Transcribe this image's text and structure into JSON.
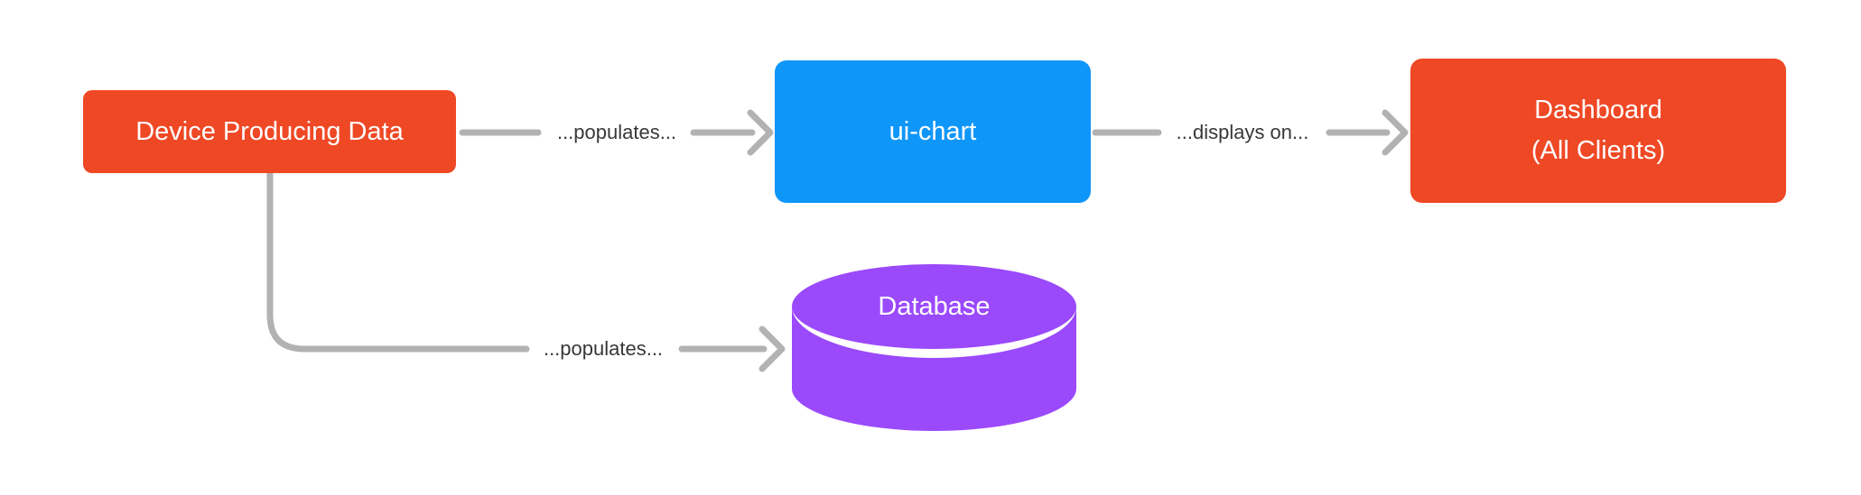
{
  "diagram": {
    "background_color": "#FFFFFF",
    "colors": {
      "node_red": "#EF4825",
      "node_blue": "#0F96F9",
      "node_purple": "#9A49FB",
      "connector_gray": "#B2B2B2",
      "edge_label_text": "#383838",
      "node_label_text": "#FFFFFF"
    },
    "nodes": {
      "device": {
        "label": "Device Producing Data",
        "shape": "rounded-rectangle",
        "color": "#EF4825"
      },
      "ui_chart": {
        "label": "ui-chart",
        "shape": "rounded-rectangle",
        "color": "#0F96F9"
      },
      "dashboard": {
        "label_line1": "Dashboard",
        "label_line2": "(All Clients)",
        "shape": "rounded-rectangle",
        "color": "#EF4825"
      },
      "database": {
        "label": "Database",
        "shape": "cylinder",
        "color": "#9A49FB"
      }
    },
    "edges": {
      "device_to_ui_chart": {
        "label": "...populates...",
        "from": "device",
        "to": "ui_chart",
        "arrow": "open-chevron"
      },
      "ui_chart_to_dashboard": {
        "label": "...displays on...",
        "from": "ui_chart",
        "to": "dashboard",
        "arrow": "open-chevron"
      },
      "device_to_database": {
        "label": "...populates...",
        "from": "device",
        "to": "database",
        "arrow": "open-chevron"
      }
    }
  }
}
